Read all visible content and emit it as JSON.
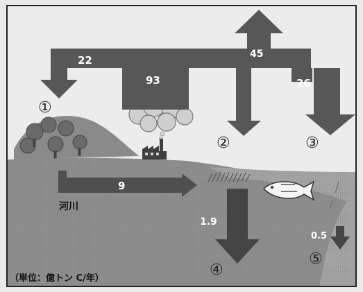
{
  "flows": {
    "f22": "22",
    "f93": "93",
    "f45": "45",
    "f26": "26",
    "f9": "9",
    "f1_9": "1.9",
    "f0_5": "0.5"
  },
  "markers": {
    "m1": "①",
    "m2": "②",
    "m3": "③",
    "m4": "④",
    "m5": "⑤"
  },
  "labels": {
    "river": "河川",
    "unit": "（単位：億トン C/年）"
  },
  "colors": {
    "arrow_dark": "#4a4a4a",
    "arrow_mid": "#5e5e5e",
    "ground": "#8c8c8c",
    "water": "#9a9a9a",
    "sky": "#ebebeb",
    "frame": "#222222"
  }
}
